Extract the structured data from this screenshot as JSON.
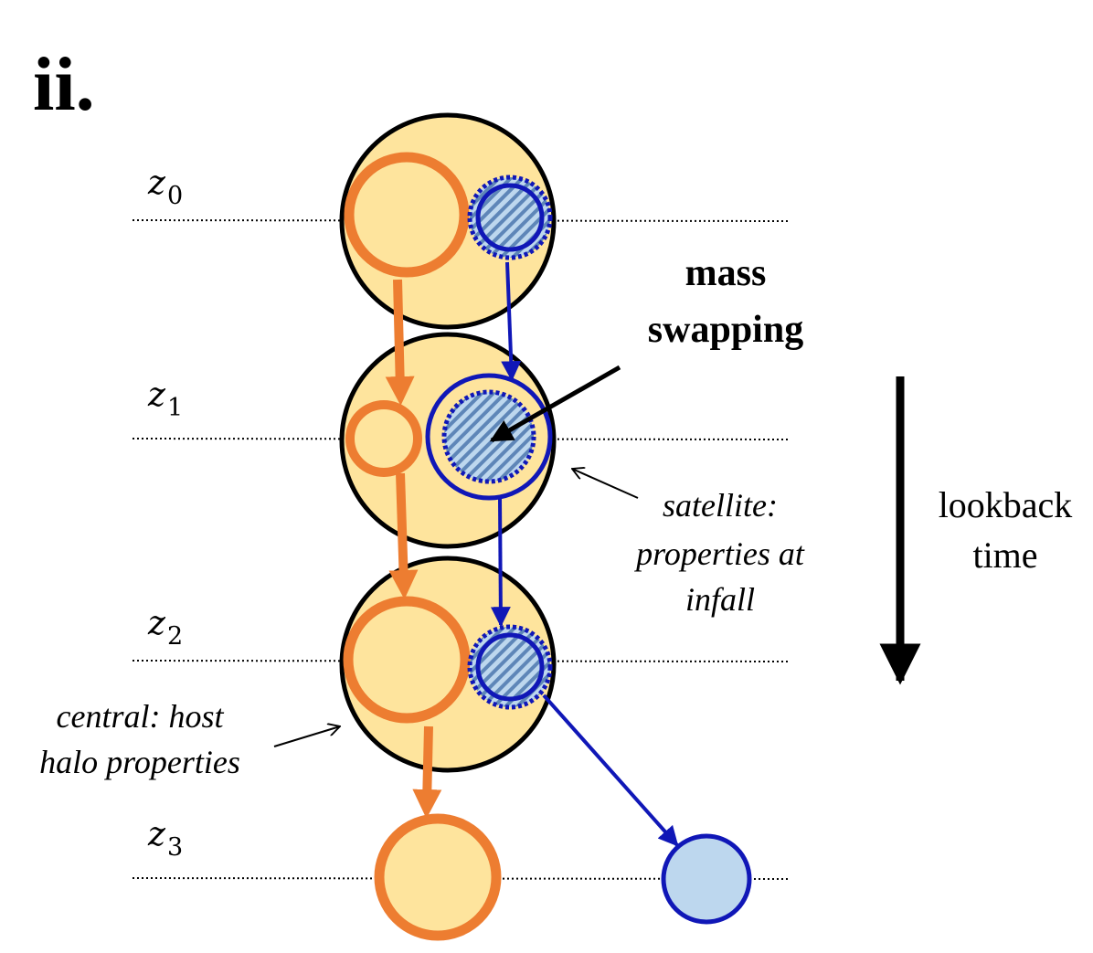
{
  "panel_label": "ii.",
  "levels": [
    {
      "symbol": "z",
      "subscript": "0"
    },
    {
      "symbol": "z",
      "subscript": "1"
    },
    {
      "symbol": "z",
      "subscript": "2"
    },
    {
      "symbol": "z",
      "subscript": "3"
    }
  ],
  "mass_swapping": {
    "line1": "mass",
    "line2": "swapping"
  },
  "satellite_note": {
    "line1": "satellite:",
    "line2": "properties at",
    "line3": "infall"
  },
  "central_note": {
    "line1": "central: host",
    "line2": "halo properties"
  },
  "lookback": {
    "line1": "lookback",
    "line2": "time"
  },
  "colors": {
    "host_fill": "#fee49d",
    "central_orange": "#ed7d31",
    "satellite_blue": "#1017b7",
    "satellite_fill": "#bdd7ee",
    "hatch_stripe": "#5e86b8"
  }
}
